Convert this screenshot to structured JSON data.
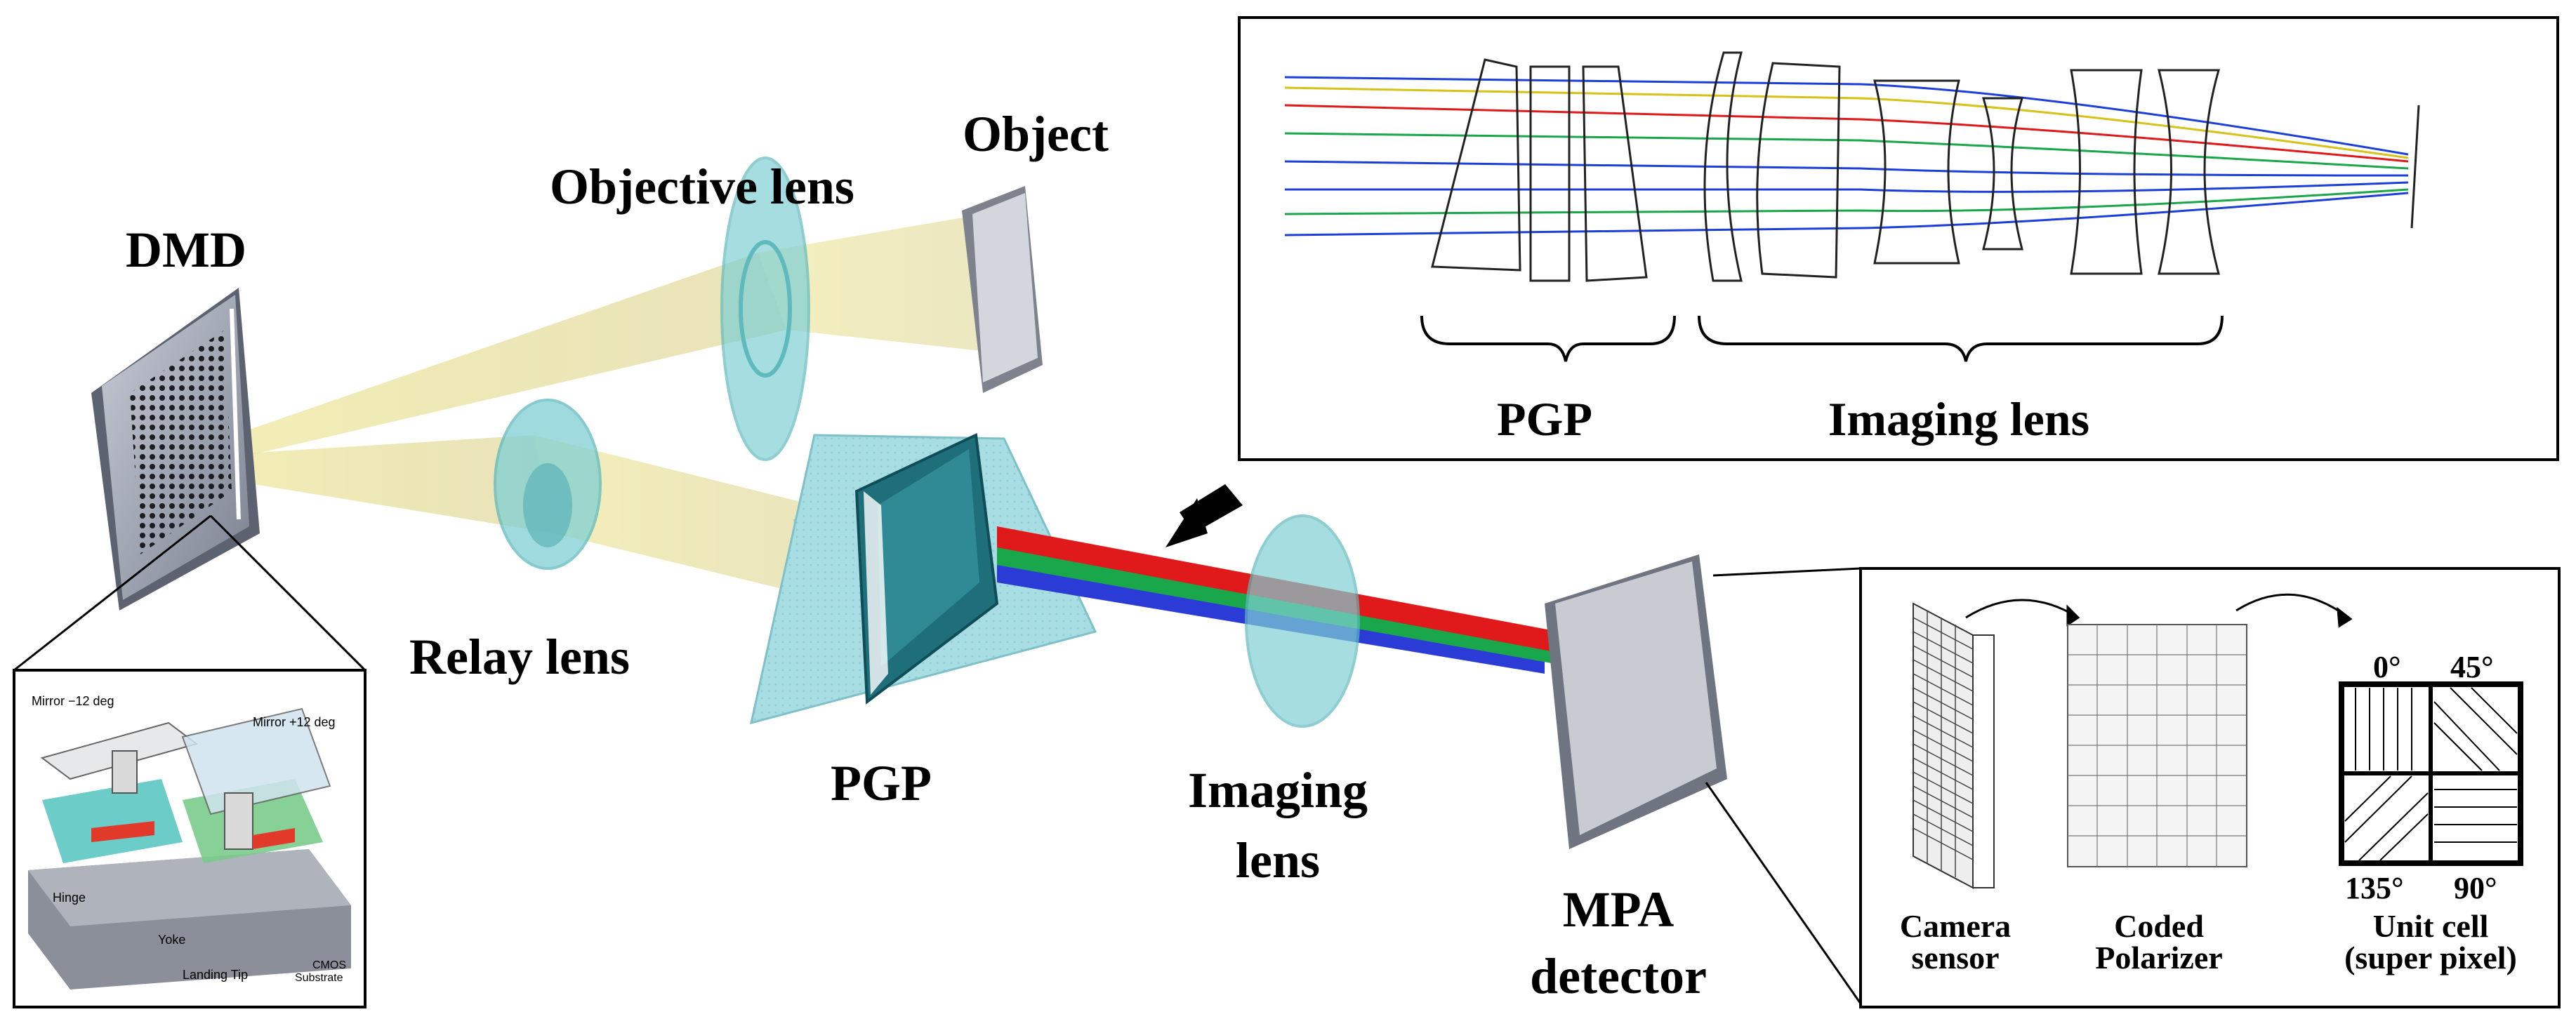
{
  "labels": {
    "dmd": "DMD",
    "objective_lens": "Objective lens",
    "object": "Object",
    "relay_lens": "Relay lens",
    "pgp": "PGP",
    "imaging_lens_line1": "Imaging",
    "imaging_lens_line2": "lens",
    "mpa_line1": "MPA",
    "mpa_line2": "detector"
  },
  "inset_optics": {
    "pgp": "PGP",
    "imaging_lens": "Imaging lens"
  },
  "inset_dmd": {
    "mirror_minus": "Mirror −12 deg",
    "mirror_plus": "Mirror +12 deg",
    "hinge": "Hinge",
    "yoke": "Yoke",
    "landing_tip": "Landing Tip",
    "cmos_line1": "CMOS",
    "cmos_line2": "Substrate"
  },
  "inset_mpa": {
    "camera_line1": "Camera",
    "camera_line2": "sensor",
    "coded_line1": "Coded",
    "coded_line2": "Polarizer",
    "unit_line1": "Unit cell",
    "unit_line2": "(super pixel)",
    "angle_0": "0°",
    "angle_45": "45°",
    "angle_135": "135°",
    "angle_90": "90°"
  },
  "colors": {
    "beam_yellow": "#e8df8a",
    "glass_cyan": "#7fd0d3",
    "ray_red": "#e01a1a",
    "ray_green": "#1aa64a",
    "ray_blue": "#1c3fd9",
    "ray_yellow": "#d8c21a"
  }
}
